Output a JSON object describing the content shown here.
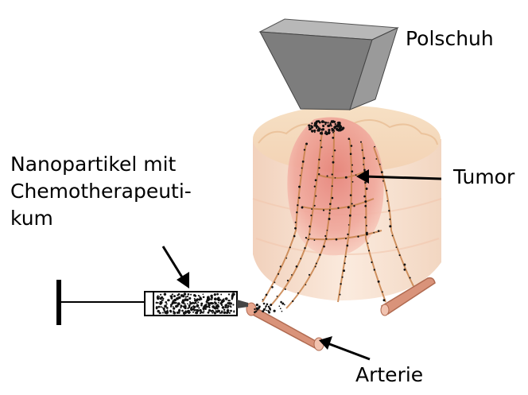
{
  "labels": {
    "polschuh": "Polschuh",
    "tumor": "Tumor",
    "arterie": "Arterie",
    "nano_line1": "Nanopartikel mit",
    "nano_line2": "Chemotherapeuti-",
    "nano_line3": "kum"
  },
  "colors": {
    "pole_front": "#7d7d7d",
    "pole_side": "#9a9a9a",
    "pole_top": "#b8b8b8",
    "tissue": "#f6dcc6",
    "tumor": "#e88a80",
    "vessel": "#c8824a",
    "artery": "#d9937a",
    "particle": "#111111"
  }
}
